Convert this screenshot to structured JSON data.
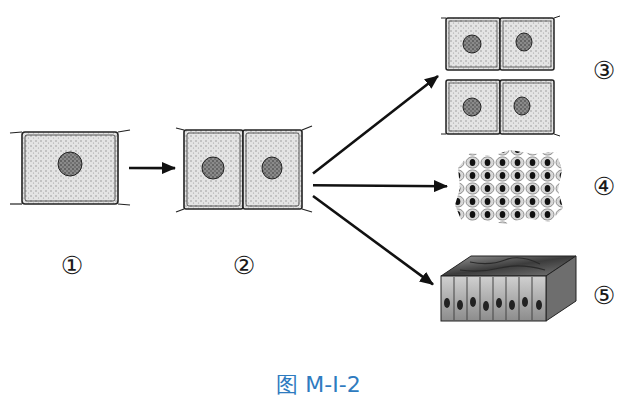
{
  "diagram": {
    "caption": "图 M-Ⅰ-2",
    "nodes": [
      {
        "text": [
          "①"
        ]
      },
      {
        "text": [
          "②"
        ]
      },
      {
        "text": [
          "③"
        ]
      },
      {
        "text": [
          "④"
        ]
      },
      {
        "text": [
          "⑤"
        ]
      }
    ],
    "edges": [
      {
        "from": 0,
        "to": 1,
        "arrow": "to"
      },
      {
        "from": 1,
        "to": 2,
        "arrow": "to"
      },
      {
        "from": 1,
        "to": 3,
        "arrow": "to"
      },
      {
        "from": 1,
        "to": 4,
        "arrow": "to"
      }
    ]
  }
}
